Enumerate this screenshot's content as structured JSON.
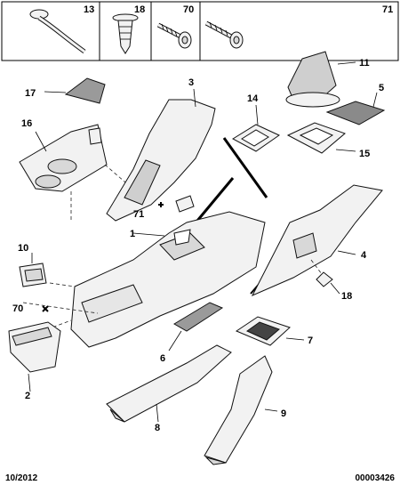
{
  "header_parts": [
    {
      "ref": "13",
      "icon": "cable-tie"
    },
    {
      "ref": "18",
      "icon": "push-clip"
    },
    {
      "ref": "70",
      "icon": "flange-screw"
    },
    {
      "ref": "71",
      "icon": "screw"
    }
  ],
  "callouts": [
    "1",
    "2",
    "3",
    "4",
    "5",
    "7",
    "8",
    "9",
    "10",
    "11",
    "14",
    "15",
    "16",
    "17",
    "18",
    "70",
    "71",
    "6"
  ],
  "footer": {
    "date": "10/2012",
    "reference": "00003426"
  },
  "colors": {
    "line": "#000000",
    "fill": "#f2f2f2",
    "shade": "#d8d8d8"
  }
}
